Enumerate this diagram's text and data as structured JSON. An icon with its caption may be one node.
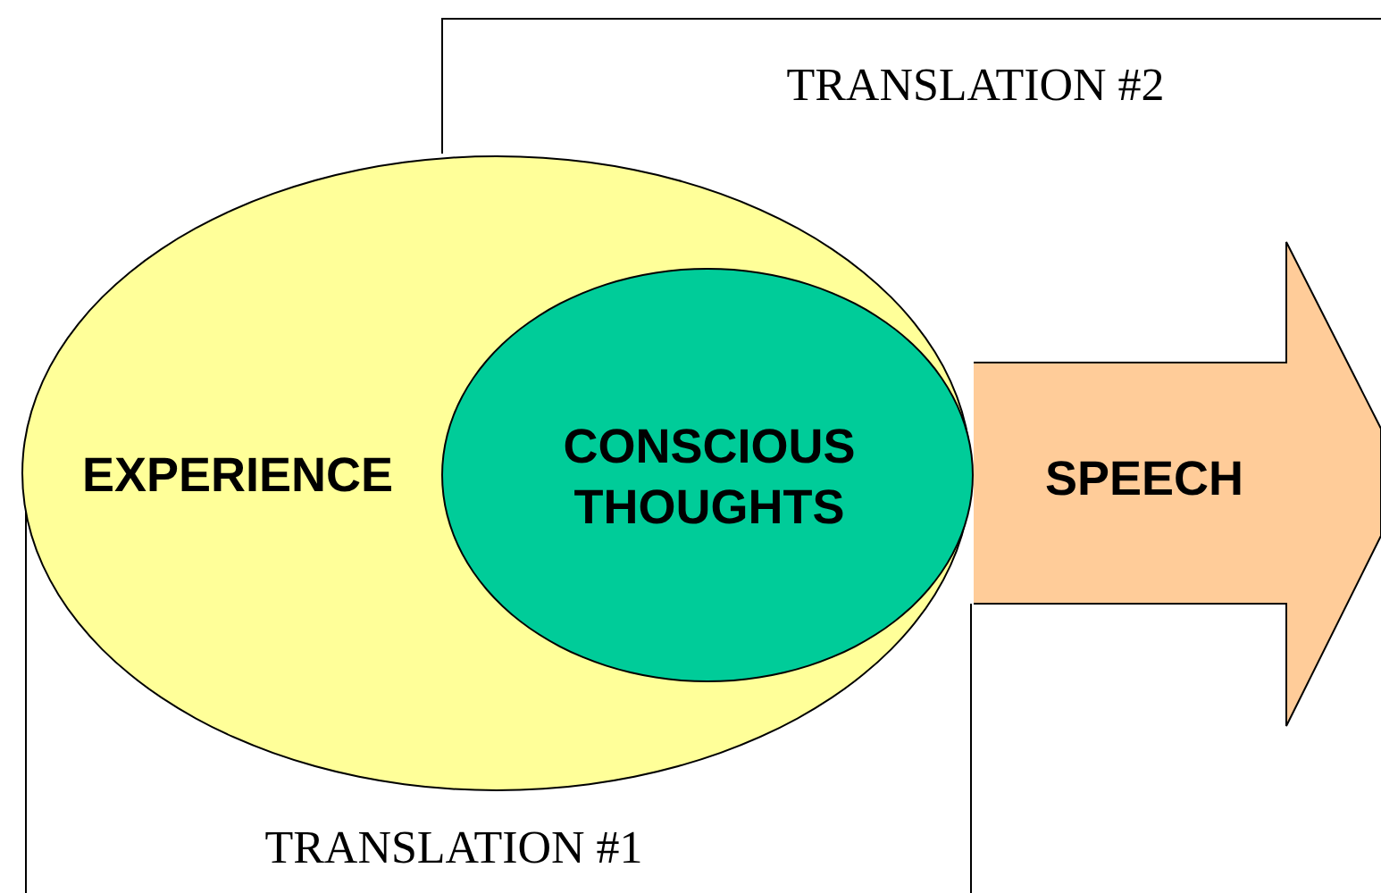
{
  "diagram": {
    "nodes": [
      {
        "text": [
          "TRANSLATION #2"
        ]
      },
      {
        "text": [
          "TRANSLATION #1"
        ]
      },
      {
        "text": [
          "EXPERIENCE"
        ]
      },
      {
        "text": [
          "CONSCIOUS THOUGHTS"
        ],
        "in": 2
      },
      {
        "text": [
          "SPEECH"
        ]
      }
    ]
  }
}
